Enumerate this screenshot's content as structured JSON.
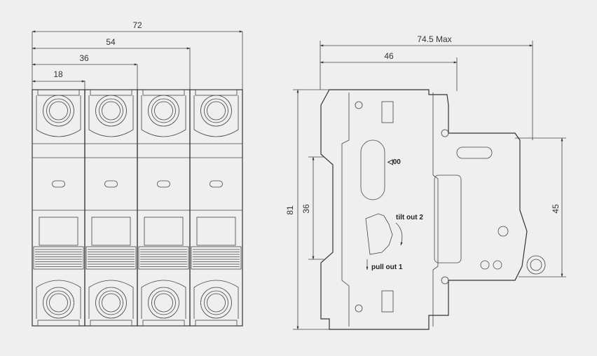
{
  "front_view": {
    "pole_count": 4,
    "dimensions": {
      "total": "72",
      "three_pole": "54",
      "two_pole": "36",
      "one_pole": "18"
    }
  },
  "side_view": {
    "dimensions": {
      "depth_max": "74.5 Max",
      "front_depth": "46",
      "height": "81",
      "rail_height": "36",
      "front_height": "45"
    },
    "labels": {
      "tilt_out": "tilt out 2",
      "pull_out": "pull out 1",
      "indicator": "◁00"
    }
  }
}
